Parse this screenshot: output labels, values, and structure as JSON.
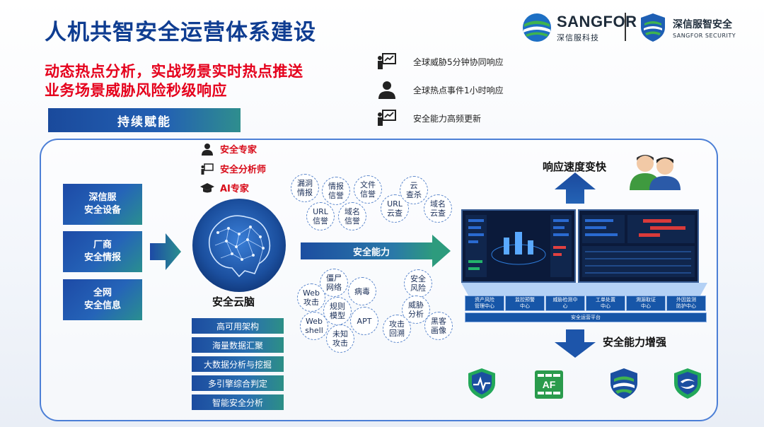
{
  "title": "人机共智安全运营体系建设",
  "subtitle_lines": [
    "动态热点分析，实战场景实时热点推送",
    "业务场景威胁风险秒级响应"
  ],
  "logos": {
    "sangfor": {
      "main": "SANGFOR",
      "sub": "深信服科技"
    },
    "security": {
      "main": "深信服智安全",
      "sub": "SANGFOR SECURITY"
    }
  },
  "banner": "持续赋能",
  "top_list": [
    "全球威胁5分钟协同响应",
    "全球热点事件1小时响应",
    "安全能力高频更新"
  ],
  "sources": [
    [
      "深信服",
      "安全设备"
    ],
    [
      "厂商",
      "安全情报"
    ],
    [
      "全网",
      "安全信息"
    ]
  ],
  "experts": [
    "安全专家",
    "安全分析师",
    "AI专家"
  ],
  "brain_label": "安全云脑",
  "features": [
    "高可用架构",
    "海量数据汇聚",
    "大数据分析与挖掘",
    "多引擎综合判定",
    "智能安全分析"
  ],
  "bubbles_top": [
    [
      "漏洞",
      "情报"
    ],
    [
      "情报",
      "信誉"
    ],
    [
      "文件",
      "信誉"
    ],
    [
      "URL",
      "信誉"
    ],
    [
      "域名",
      "信誉"
    ],
    [
      "URL",
      "云查"
    ],
    [
      "云",
      "查杀"
    ],
    [
      "域名",
      "云查"
    ]
  ],
  "bubbles_bottom": [
    [
      "僵尸",
      "网络"
    ],
    [
      "Web",
      "攻击"
    ],
    [
      "规则",
      "模型"
    ],
    [
      "病毒"
    ],
    [
      "安全",
      "风险"
    ],
    [
      "Web",
      "shell"
    ],
    [
      "未知",
      "攻击"
    ],
    [
      "APT"
    ],
    [
      "威胁",
      "分析"
    ],
    [
      "攻击",
      "回溯"
    ],
    [
      "黑客",
      "画像"
    ]
  ],
  "capability_label": "安全能力",
  "speed_label": "响应速度变快",
  "enhance_label": "安全能力增强",
  "platform": {
    "modules": [
      [
        "资产风险",
        "管理中心"
      ],
      [
        "监控预警",
        "中心"
      ],
      [
        "威胁检测中",
        "心"
      ],
      [
        "工单处置",
        "中心"
      ],
      [
        "溯源取证",
        "中心"
      ],
      [
        "外因监测",
        "防护中心"
      ]
    ],
    "bar": "安全运营平台"
  },
  "product_badge": "AF",
  "colors": {
    "title": "#0f3d91",
    "subtitle": "#e5001c",
    "expert": "#d80a18",
    "frame": "#4c7fd6"
  }
}
